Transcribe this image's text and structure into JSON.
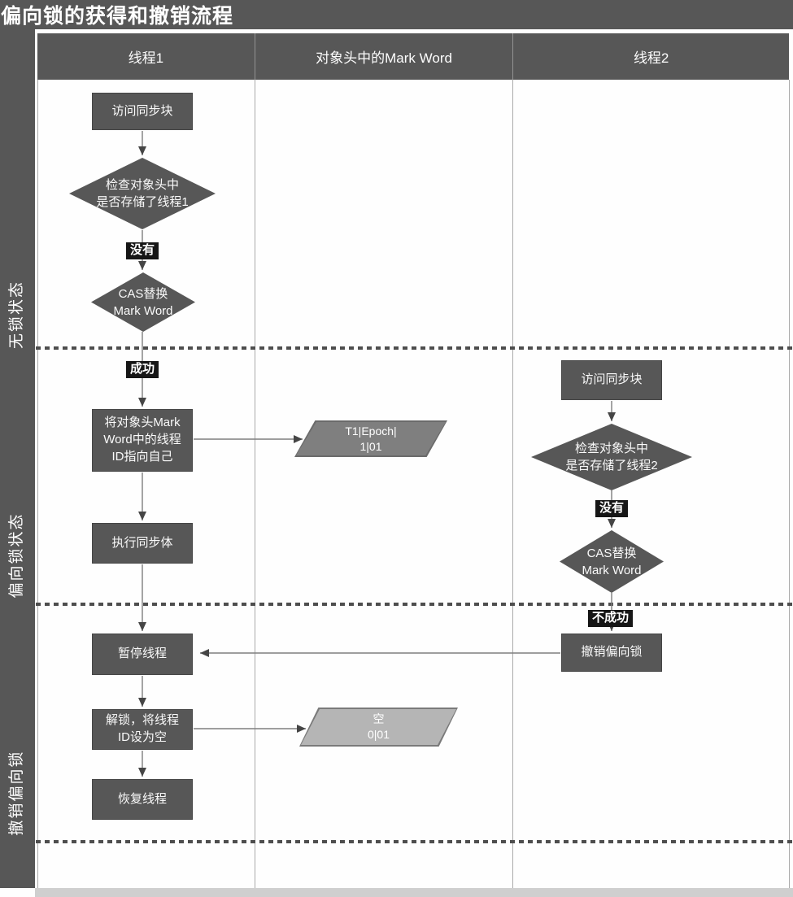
{
  "title": "偏向锁的获得和撤销流程",
  "header": {
    "thread1": "线程1",
    "markword": "对象头中的Mark Word",
    "thread2": "线程2"
  },
  "states": {
    "lock_free": "无锁状态",
    "biased": "偏向锁状态",
    "revoke": "撤销偏向锁"
  },
  "thread1": {
    "access": "访问同步块",
    "check": "检查对象头中\n是否存储了线程1",
    "no_label": "没有",
    "cas": "CAS替换\nMark Word",
    "success_label": "成功",
    "set_id": "将对象头Mark\nWord中的线程\nID指向自己",
    "exec": "执行同步体",
    "pause": "暂停线程",
    "unlock": "解锁，将线程\nID设为空",
    "resume": "恢复线程"
  },
  "markword": {
    "biased_value": "T1|Epoch|\n1|01",
    "empty_value": "空\n0|01"
  },
  "thread2": {
    "access": "访问同步块",
    "check": "检查对象头中\n是否存储了线程2",
    "no_label": "没有",
    "cas": "CAS替换\nMark Word",
    "fail_label": "不成功",
    "revoke": "撤销偏向锁"
  },
  "colors": {
    "dark": "#575757",
    "badge_bg": "#161616",
    "para_biased_fill": "#7f7f7f",
    "para_empty_fill": "#b5b5b5",
    "connector": "#7e7e7e",
    "lane_border": "#aaaaaa"
  }
}
